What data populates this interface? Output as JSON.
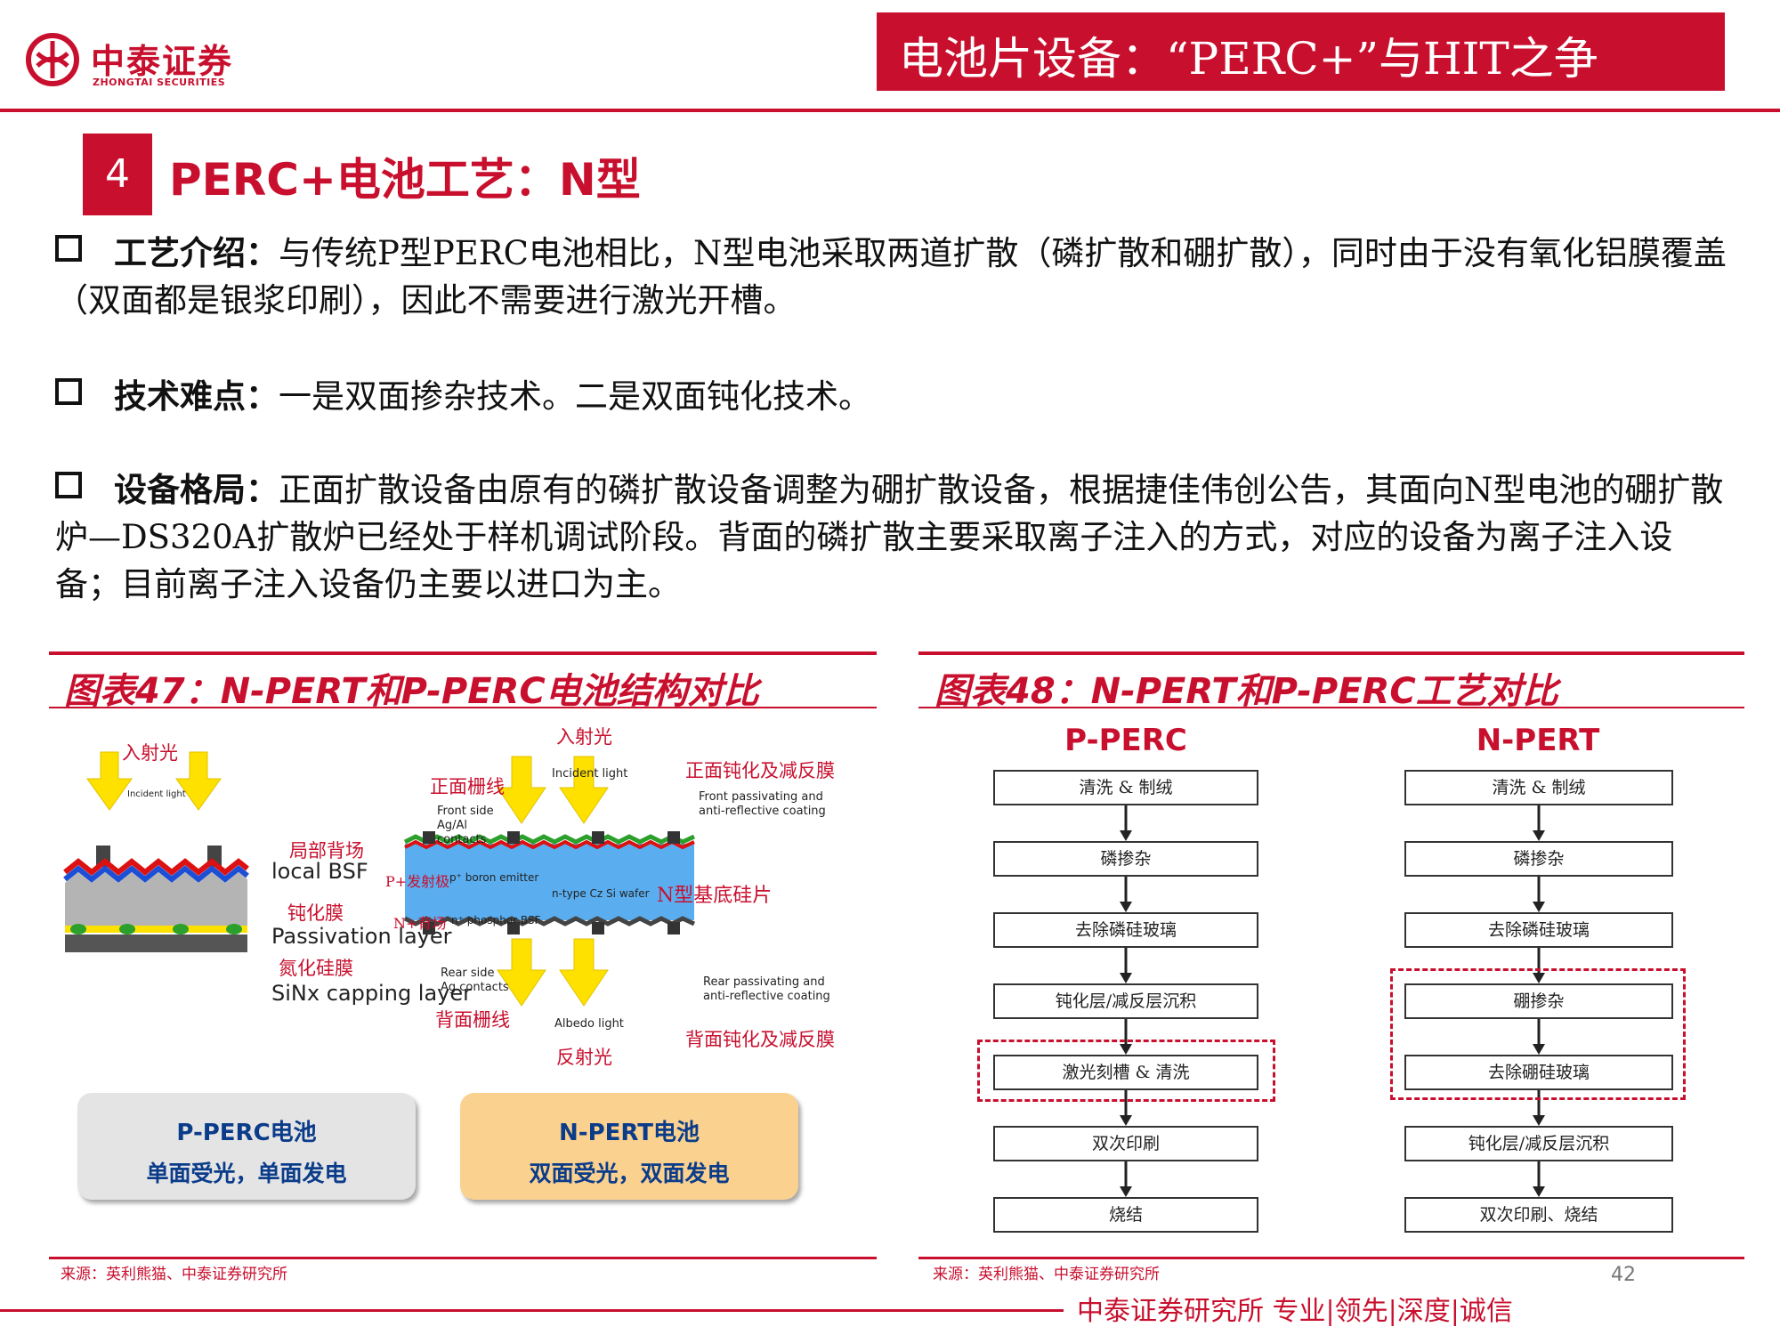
{
  "header": {
    "logo_cn": "中泰证券",
    "logo_en": "ZHONGTAI SECURITIES",
    "title": "电池片设备：“PERC+”与HIT之争"
  },
  "section": {
    "number": "4",
    "title": "PERC+电池工艺：N型"
  },
  "body": {
    "p1_lead": "工艺介绍：",
    "p1_text": "与传统P型PERC电池相比，N型电池采取两道扩散（磷扩散和硼扩散），同时由于没有氧化铝膜覆盖（双面都是银浆印刷），因此不需要进行激光开槽。",
    "p2_lead": "技术难点：",
    "p2_text": "一是双面掺杂技术。二是双面钝化技术。",
    "p3_lead": "设备格局：",
    "p3_text": "正面扩散设备由原有的磷扩散设备调整为硼扩散设备，根据捷佳伟创公告，其面向N型电池的硼扩散炉—DS320A扩散炉已经处于样机调试阶段。背面的磷扩散主要采取离子注入的方式，对应的设备为离子注入设备；目前离子注入设备仍主要以进口为主。"
  },
  "fig47": {
    "title": "图表47：N-PERT和P-PERC电池结构对比",
    "source": "来源：英利熊猫、中泰证券研究所",
    "left": {
      "incident_cn": "入射光",
      "incident_en": "Incident light",
      "bsf_cn": "局部背场",
      "bsf_en": "local BSF",
      "pass_cn": "钝化膜",
      "pass_en": "Passivation layer",
      "sin_cn": "氮化硅膜",
      "sin_en": "SiNx capping layer"
    },
    "right": {
      "incident_cn": "入射光",
      "incident_en": "Incident light",
      "front_grid_cn": "正面栅线",
      "front_grid_en": "Front side Ag/Al contacts",
      "front_pass_cn": "正面钝化及减反膜",
      "front_pass_en": "Front passivating and anti-reflective coating",
      "p_emitter_cn": "P+发射极",
      "p_emitter_en": "p⁺ boron emitter",
      "wafer_en": "n-type Cz Si wafer",
      "wafer_cn": "N型基底硅片",
      "n_bsf_cn": "N+背场",
      "n_bsf_en": "n⁺ phosphor BSF",
      "rear_grid_en": "Rear side Ag contacts",
      "rear_grid_cn": "背面栅线",
      "albedo_en": "Albedo light",
      "albedo_cn": "反射光",
      "rear_pass_en": "Rear passivating and anti-reflective coating",
      "rear_pass_cn": "背面钝化及减反膜"
    },
    "pill_left": {
      "name": "P-PERC电池",
      "desc": "单面受光，单面发电"
    },
    "pill_right": {
      "name": "N-PERT电池",
      "desc": "双面受光，双面发电"
    }
  },
  "fig48": {
    "title": "图表48：N-PERT和P-PERC工艺对比",
    "source": "来源：英利熊猫、中泰证券研究所",
    "perc_head": "P-PERC",
    "pert_head": "N-PERT",
    "perc_steps": [
      "清洗 & 制绒",
      "磷掺杂",
      "去除磷硅玻璃",
      "钝化层/减反层沉积",
      "激光刻槽 & 清洗",
      "双次印刷",
      "烧结"
    ],
    "pert_steps": [
      "清洗 & 制绒",
      "磷掺杂",
      "去除磷硅玻璃",
      "硼掺杂",
      "去除硼硅玻璃",
      "钝化层/减反层沉积",
      "双次印刷、烧结"
    ]
  },
  "footer": {
    "page": "42",
    "text": "中泰证券研究所 专业|领先|深度|诚信"
  },
  "colors": {
    "brand_red": "#c8102e"
  }
}
